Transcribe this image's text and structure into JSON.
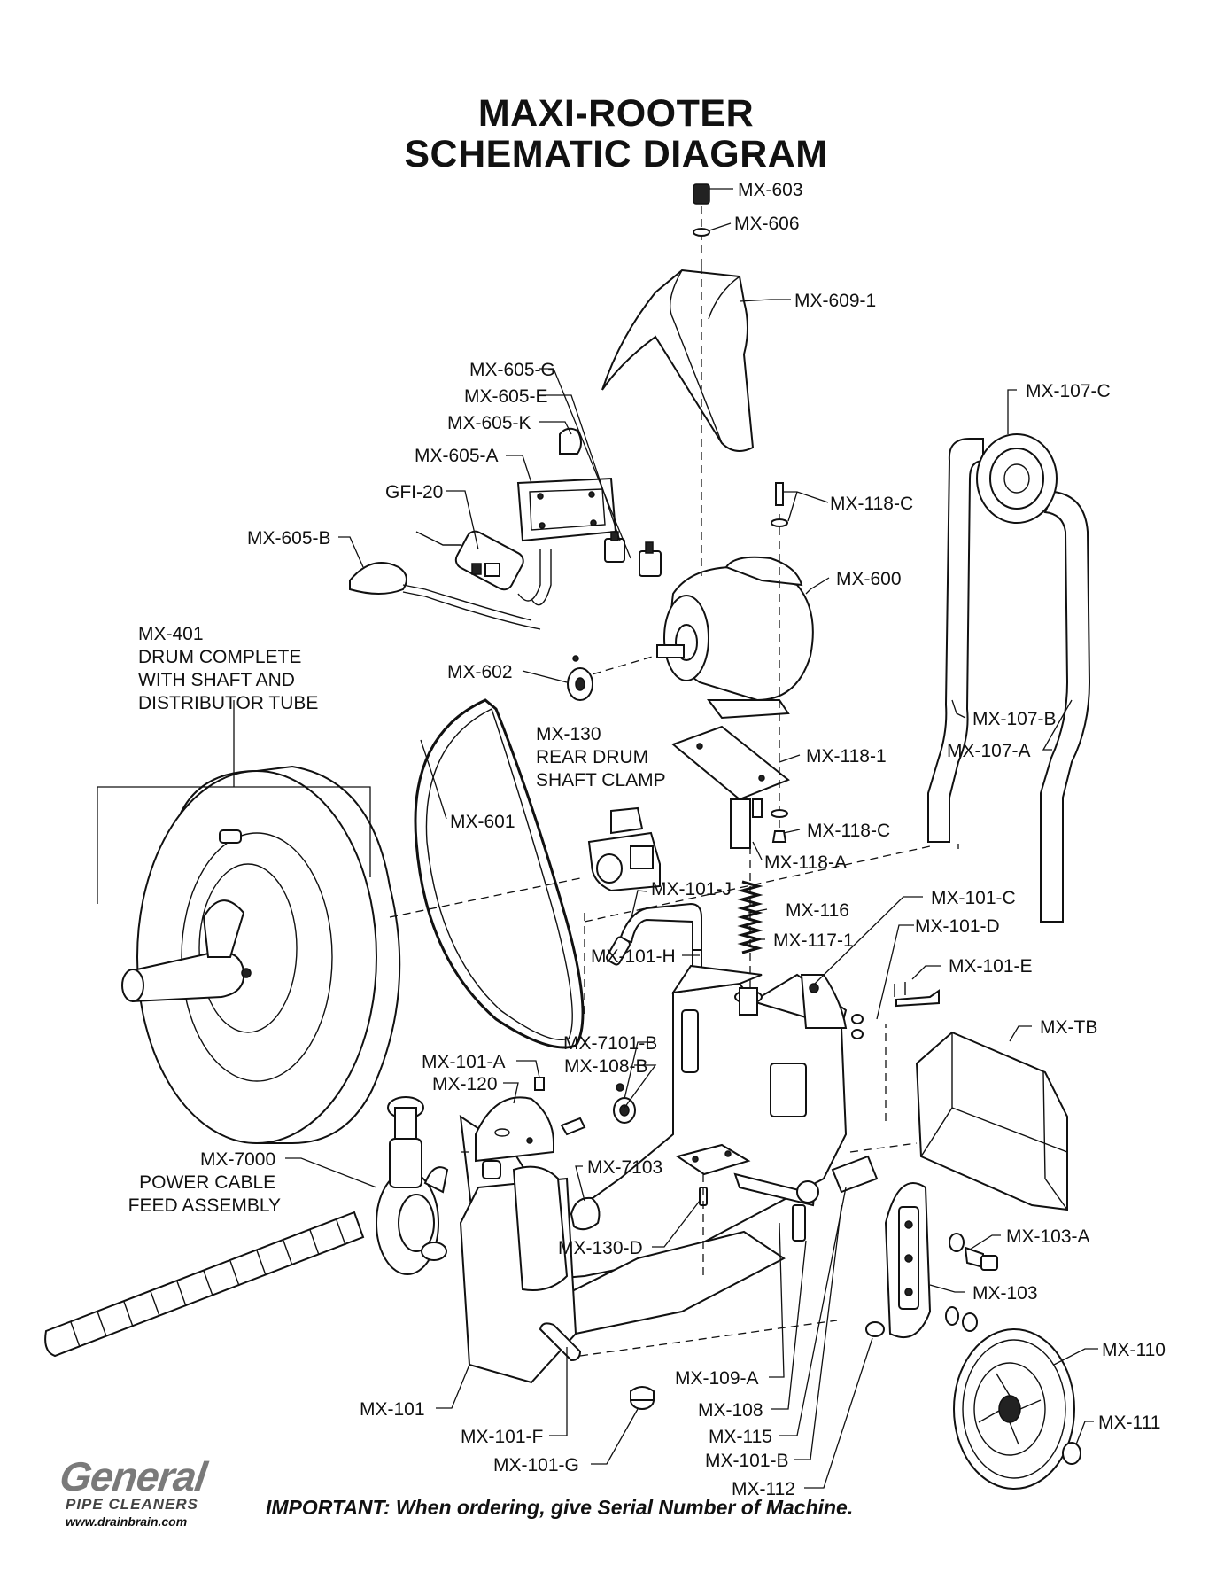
{
  "title": {
    "line1": "MAXI-ROOTER",
    "line2": "SCHEMATIC DIAGRAM"
  },
  "labels": {
    "mx603": "MX-603",
    "mx606": "MX-606",
    "mx6091": "MX-609-1",
    "mx605g": "MX-605-G",
    "mx605e": "MX-605-E",
    "mx605k": "MX-605-K",
    "mx605a": "MX-605-A",
    "gfi20": "GFI-20",
    "mx605b": "MX-605-B",
    "mx107c": "MX-107-C",
    "mx118c_top": "MX-118-C",
    "mx600": "MX-600",
    "mx401": [
      "MX-401",
      "DRUM COMPLETE",
      "WITH SHAFT AND",
      "DISTRIBUTOR TUBE"
    ],
    "mx602": "MX-602",
    "mx107b": "MX-107-B",
    "mx130": [
      "MX-130",
      "REAR DRUM",
      "SHAFT CLAMP"
    ],
    "mx1181": "MX-118-1",
    "mx107a": "MX-107-A",
    "mx601": "MX-601",
    "mx118c_bot": "MX-118-C",
    "mx118a": "MX-118-A",
    "mx101j": "MX-101-J",
    "mx116": "MX-116",
    "mx101c": "MX-101-C",
    "mx1171": "MX-117-1",
    "mx101d": "MX-101-D",
    "mx101h": "MX-101-H",
    "mx101e": "MX-101-E",
    "mxtb": "MX-TB",
    "mx7101b": "MX-7101-B",
    "mx101a": "MX-101-A",
    "mx108b": "MX-108-B",
    "mx120": "MX-120",
    "mx7000": [
      "MX-7000",
      "POWER CABLE",
      "FEED ASSEMBLY"
    ],
    "mx7103": "MX-7103",
    "mx103a": "MX-103-A",
    "mx130d": "MX-130-D",
    "mx103": "MX-103",
    "mx110": "MX-110",
    "mx109a": "MX-109-A",
    "mx101": "MX-101",
    "mx108": "MX-108",
    "mx111": "MX-111",
    "mx115": "MX-115",
    "mx101f": "MX-101-F",
    "mx101b": "MX-101-B",
    "mx101g": "MX-101-G",
    "mx112": "MX-112"
  },
  "logo": {
    "brand": "General",
    "tagline": "PIPE CLEANERS",
    "url": "www.drainbrain.com"
  },
  "footer": "IMPORTANT: When ordering, give Serial Number of Machine."
}
